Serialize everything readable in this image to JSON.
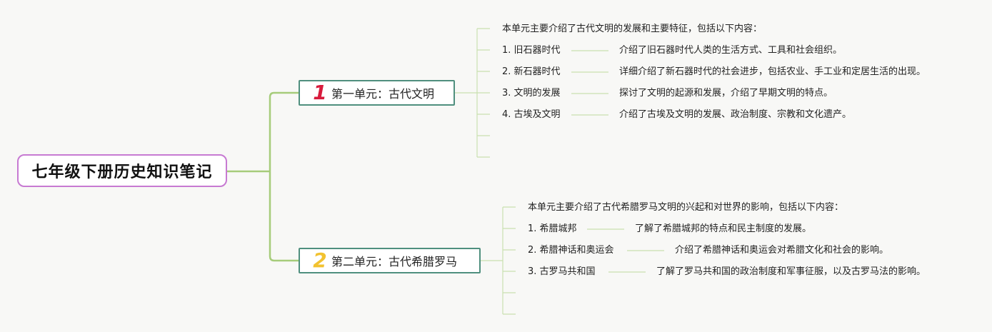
{
  "root": {
    "title": "七年级下册历史知识笔记"
  },
  "units": [
    {
      "number": "1",
      "title": "第一单元：古代文明",
      "intro": "本单元主要介绍了古代文明的发展和主要特征，包括以下内容：",
      "topics": [
        {
          "label": "1. 旧石器时代",
          "desc": "介绍了旧石器时代人类的生活方式、工具和社会组织。"
        },
        {
          "label": "2. 新石器时代",
          "desc": "详细介绍了新石器时代的社会进步，包括农业、手工业和定居生活的出现。"
        },
        {
          "label": "3. 文明的发展",
          "desc": "探讨了文明的起源和发展，介绍了早期文明的特点。"
        },
        {
          "label": "4. 古埃及文明",
          "desc": "介绍了古埃及文明的发展、政治制度、宗教和文化遗产。"
        }
      ]
    },
    {
      "number": "2",
      "title": "第二单元：古代希腊罗马",
      "intro": "本单元主要介绍了古代希腊罗马文明的兴起和对世界的影响，包括以下内容：",
      "topics": [
        {
          "label": "1. 希腊城邦",
          "desc": "了解了希腊城邦的特点和民主制度的发展。"
        },
        {
          "label": "2. 希腊神话和奥运会",
          "desc": "介绍了希腊神话和奥运会对希腊文化和社会的影响。"
        },
        {
          "label": "3. 古罗马共和国",
          "desc": "了解了罗马共和国的政治制度和军事征服，以及古罗马法的影响。"
        }
      ]
    }
  ]
}
